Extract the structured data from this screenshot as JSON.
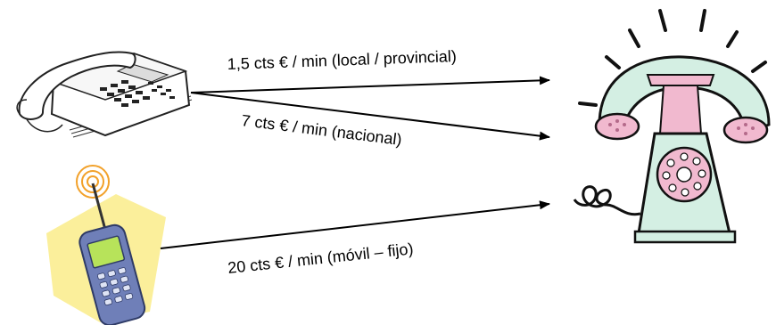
{
  "rates": {
    "local": "1,5 cts € / min  (local / provincial)",
    "national": "7 cts € / min  (nacional)",
    "mobile": "20 cts € / min  (móvil – fijo)"
  },
  "colors": {
    "arrow": "#000000",
    "retro_phone_body": "#d4efe3",
    "retro_phone_pink": "#f1b9cf",
    "mobile_backdrop": "#fbef9b",
    "mobile_body": "#6f7fb8",
    "mobile_screen": "#b7e35a",
    "signal_orange": "#f2a12a"
  },
  "icons": {
    "desk_phone": "office-desk-telephone-icon",
    "mobile_phone": "mobile-phone-icon",
    "retro_phone": "retro-rotary-telephone-icon"
  }
}
